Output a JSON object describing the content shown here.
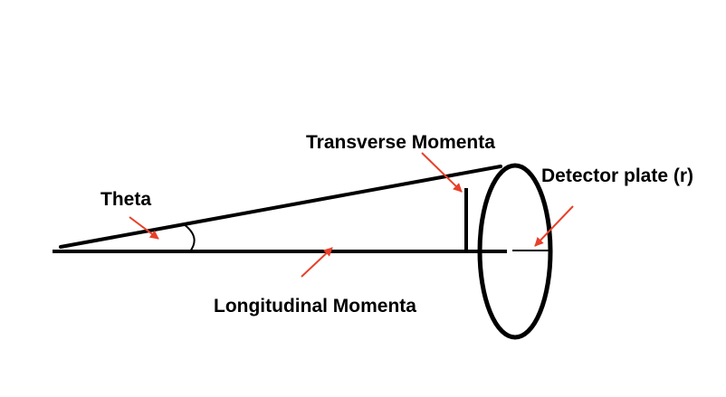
{
  "labels": {
    "theta": "Theta",
    "transverse": "Transverse Momenta",
    "detector": "Detector plate (r)",
    "longitudinal": "Longitudinal Momenta"
  },
  "colors": {
    "line": "#000000",
    "arrow": "#e8402a",
    "background": "#ffffff"
  }
}
